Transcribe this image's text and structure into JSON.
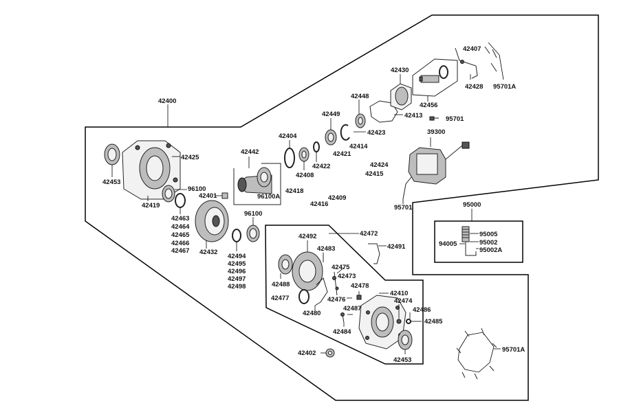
{
  "labels": {
    "l42400": "42400",
    "l42425": "42425",
    "l42453a": "42453",
    "l42419": "42419",
    "l96100a": "96100",
    "l42401": "42401",
    "l42463": "42463",
    "l42464": "42464",
    "l42465": "42465",
    "l42466": "42466",
    "l42467": "42467",
    "l42432": "42432",
    "l42442": "42442",
    "l96100A": "96100A",
    "l42404": "42404",
    "l42408": "42408",
    "l42422": "42422",
    "l96100b": "96100",
    "l42494": "42494",
    "l42495": "42495",
    "l42496": "42496",
    "l42497": "42497",
    "l42498": "42498",
    "l42449": "42449",
    "l42448": "42448",
    "l42423": "42423",
    "l42430": "42430",
    "l42413": "42413",
    "l42414": "42414",
    "l42421": "42421",
    "l42424": "42424",
    "l42415": "42415",
    "l42418": "42418",
    "l42416": "42416",
    "l42409": "42409",
    "l42456": "42456",
    "l42407": "42407",
    "l42428": "42428",
    "l95701Aa": "95701A",
    "l95701a": "95701",
    "l39300": "39300",
    "l95701b": "95701",
    "l95000": "95000",
    "l95005": "95005",
    "l94005": "94005",
    "l95002": "95002",
    "l95002A": "95002A",
    "l42472": "42472",
    "l42492": "42492",
    "l42483": "42483",
    "l42491": "42491",
    "l42488": "42488",
    "l42475": "42475",
    "l42473": "42473",
    "l42478": "42478",
    "l42477": "42477",
    "l42476": "42476",
    "l42410": "42410",
    "l42474": "42474",
    "l42480": "42480",
    "l42487": "42487",
    "l42486": "42486",
    "l42485": "42485",
    "l42484": "42484",
    "l42453b": "42453",
    "l42402": "42402",
    "l95701Ab": "95701A"
  }
}
